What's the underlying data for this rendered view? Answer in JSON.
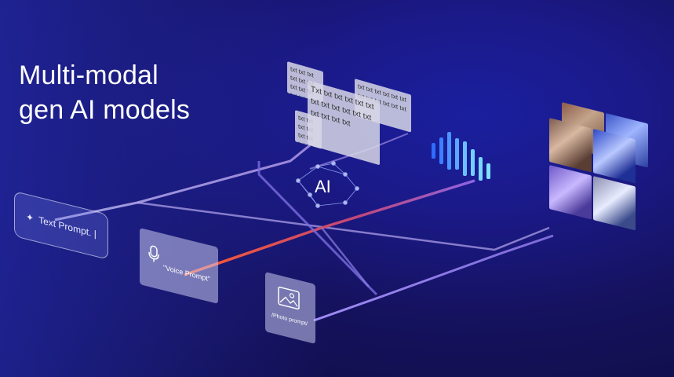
{
  "title": {
    "line1": "Multi-modal",
    "line2": "gen AI models"
  },
  "center": {
    "label": "AI"
  },
  "inputs": {
    "text_prompt": "Text Prompt. |",
    "voice_prompt": "\"Voice Prompt\"",
    "photo_prompt": "/Photo prompt/"
  },
  "outputs": {
    "txt_tile_main": "Txt txt txt txt txt txt txt txt txt txt txt txt txt txt txt txt",
    "txt_tile_small": "txt txt txt txt txt txt txt txt txt txt txt txt"
  },
  "colors": {
    "bg_dark": "#0f0b3e",
    "bg_blue": "#1b1a8a",
    "voice_line": "#e0452a",
    "path_line": "#8a7de8",
    "wave": "#4aa8ff"
  },
  "icons": [
    "sparkle-icon",
    "microphone-icon",
    "image-icon",
    "neural-network-icon",
    "sound-wave-icon"
  ]
}
